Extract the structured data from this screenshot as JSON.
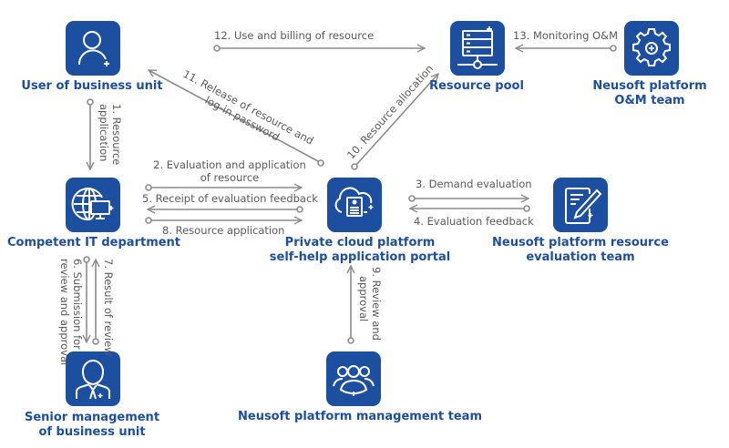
{
  "colors": {
    "node_fill": "#1d4fa0",
    "node_label": "#1d4fa0",
    "edge_line": "#8c8c8c",
    "edge_label": "#5a5a5a"
  },
  "nodes": {
    "user": {
      "label": "User of business unit",
      "icon": "user-icon"
    },
    "resource_pool": {
      "label": "Resource pool",
      "icon": "server-icon"
    },
    "om_team": {
      "label_line1": "Neusoft platform",
      "label_line2": "O&M team",
      "icon": "gear-icon"
    },
    "it_dept": {
      "label": "Competent IT department",
      "icon": "globe-monitor-icon"
    },
    "portal": {
      "label_line1": "Private cloud platform",
      "label_line2": "self-help application portal",
      "icon": "cloud-document-icon"
    },
    "eval_team": {
      "label_line1": "Neusoft platform resource",
      "label_line2": "evaluation team",
      "icon": "edit-document-icon"
    },
    "senior_mgmt": {
      "label_line1": "Senior management",
      "label_line2": "of business unit",
      "icon": "businessman-icon"
    },
    "mgmt_team": {
      "label": "Neusoft platform management team",
      "icon": "group-icon"
    }
  },
  "edges": {
    "e1": {
      "line1": "1. Resource",
      "line2": "application"
    },
    "e2": {
      "line1": "2. Evaluation and application",
      "line2": "of resource"
    },
    "e3": {
      "label": "3. Demand evaluation"
    },
    "e4": {
      "label": "4. Evaluation feedback"
    },
    "e5": {
      "label": "5. Receipt of evaluation feedback"
    },
    "e6": {
      "line1": "6. Submission for",
      "line2": "review and approval"
    },
    "e7": {
      "label": "7. Result of review"
    },
    "e8": {
      "label": "8. Resource application"
    },
    "e9": {
      "line1": "9. Review and",
      "line2": "approval"
    },
    "e10": {
      "label": "10. Resource allocation"
    },
    "e11": {
      "line1": "11. Release of resource and",
      "line2": "log-in password"
    },
    "e12": {
      "label": "12. Use and billing of resource"
    },
    "e13": {
      "label": "13. Monitoring O&M"
    }
  }
}
